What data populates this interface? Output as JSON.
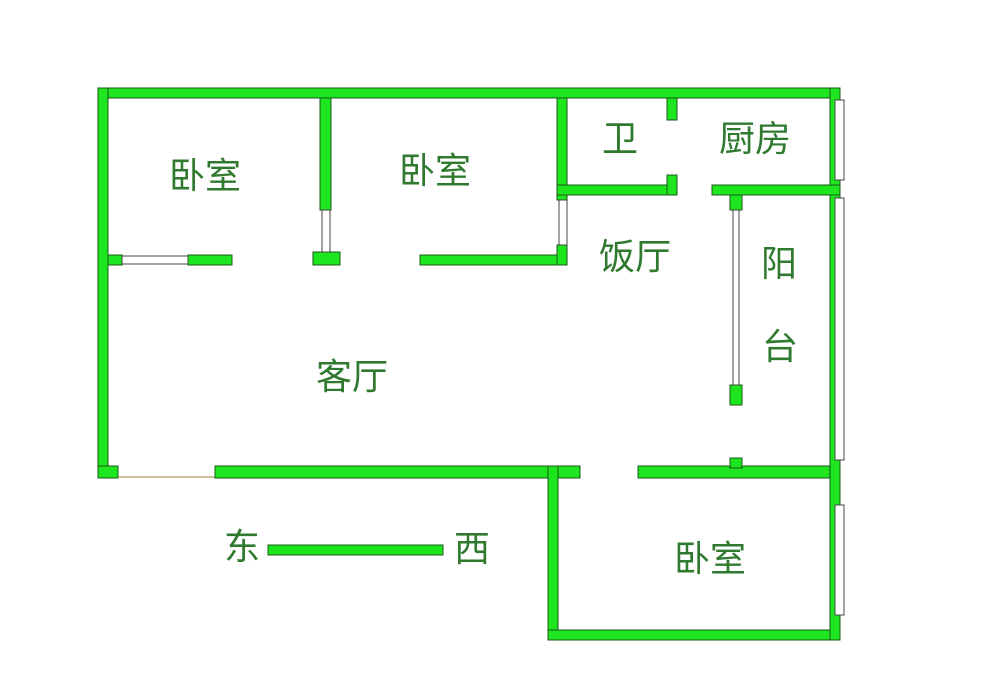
{
  "rooms": {
    "bedroom_nw": "卧室",
    "bedroom_n": "卧室",
    "bathroom": "卫",
    "kitchen": "厨房",
    "dining": "饭厅",
    "balcony_1": "阳",
    "balcony_2": "台",
    "living": "客厅",
    "bedroom_se": "卧室"
  },
  "compass": {
    "east": "东",
    "west": "西"
  },
  "colors": {
    "wall": "#1ee61e",
    "text": "#2f7a2f"
  }
}
